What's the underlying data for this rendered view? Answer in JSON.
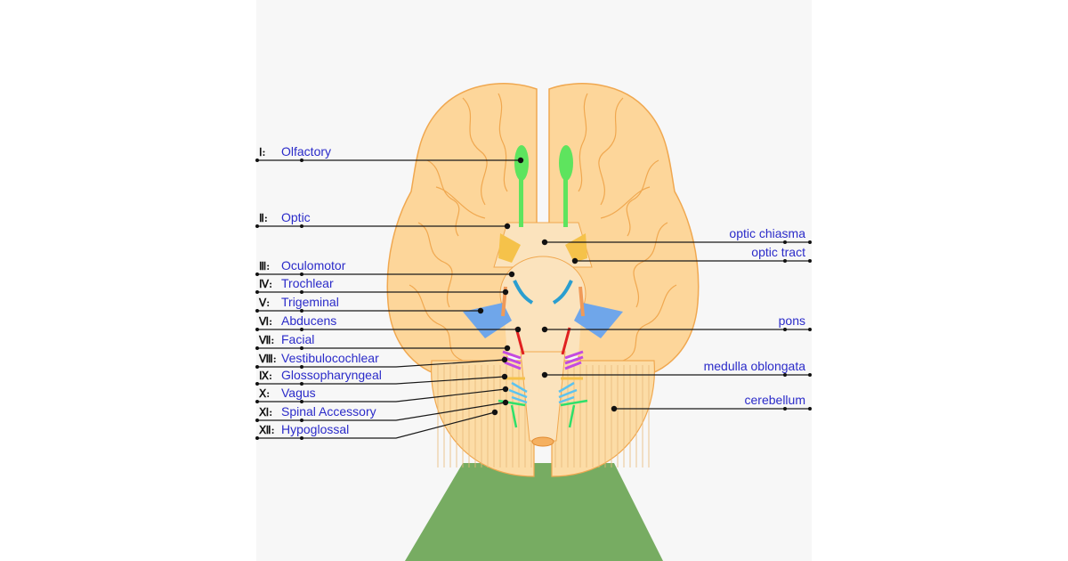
{
  "cranial_nerves": [
    {
      "numeral": "Ⅰ:",
      "name": "Olfactory",
      "color": "#5ee45e"
    },
    {
      "numeral": "Ⅱ:",
      "name": "Optic",
      "color": "#f5c24a"
    },
    {
      "numeral": "Ⅲ:",
      "name": "Oculomotor",
      "color": "#f2a660"
    },
    {
      "numeral": "Ⅳ:",
      "name": "Trochlear",
      "color": "#f09a58"
    },
    {
      "numeral": "Ⅴ:",
      "name": "Trigeminal",
      "color": "#6fa6ea"
    },
    {
      "numeral": "Ⅵ:",
      "name": "Abducens",
      "color": "#e02020"
    },
    {
      "numeral": "Ⅶ:",
      "name": "Facial",
      "color": "#d04ad8"
    },
    {
      "numeral": "Ⅷ:",
      "name": "Vestibulocochlear",
      "color": "#b34ae8"
    },
    {
      "numeral": "Ⅸ:",
      "name": "Glossopharyngeal",
      "color": "#f5c24a"
    },
    {
      "numeral": "Ⅹ:",
      "name": "Vagus",
      "color": "#5cc3f0"
    },
    {
      "numeral": "Ⅺ:",
      "name": "Spinal Accessory",
      "color": "#2ee06a"
    },
    {
      "numeral": "Ⅻ:",
      "name": "Hypoglossal",
      "color": "#3a78c8"
    }
  ],
  "structures": [
    {
      "name": "optic chiasma"
    },
    {
      "name": "optic tract"
    },
    {
      "name": "pons"
    },
    {
      "name": "medulla oblongata"
    },
    {
      "name": "cerebellum"
    }
  ],
  "colors": {
    "cerebrum": "#fdd69a",
    "cerebrum_outline": "#f0a850",
    "brainstem": "#fbe3bd",
    "cerebellum": "#fcdca6",
    "spinal_base": "#77ac62",
    "label_text": "#2b2bc9"
  }
}
